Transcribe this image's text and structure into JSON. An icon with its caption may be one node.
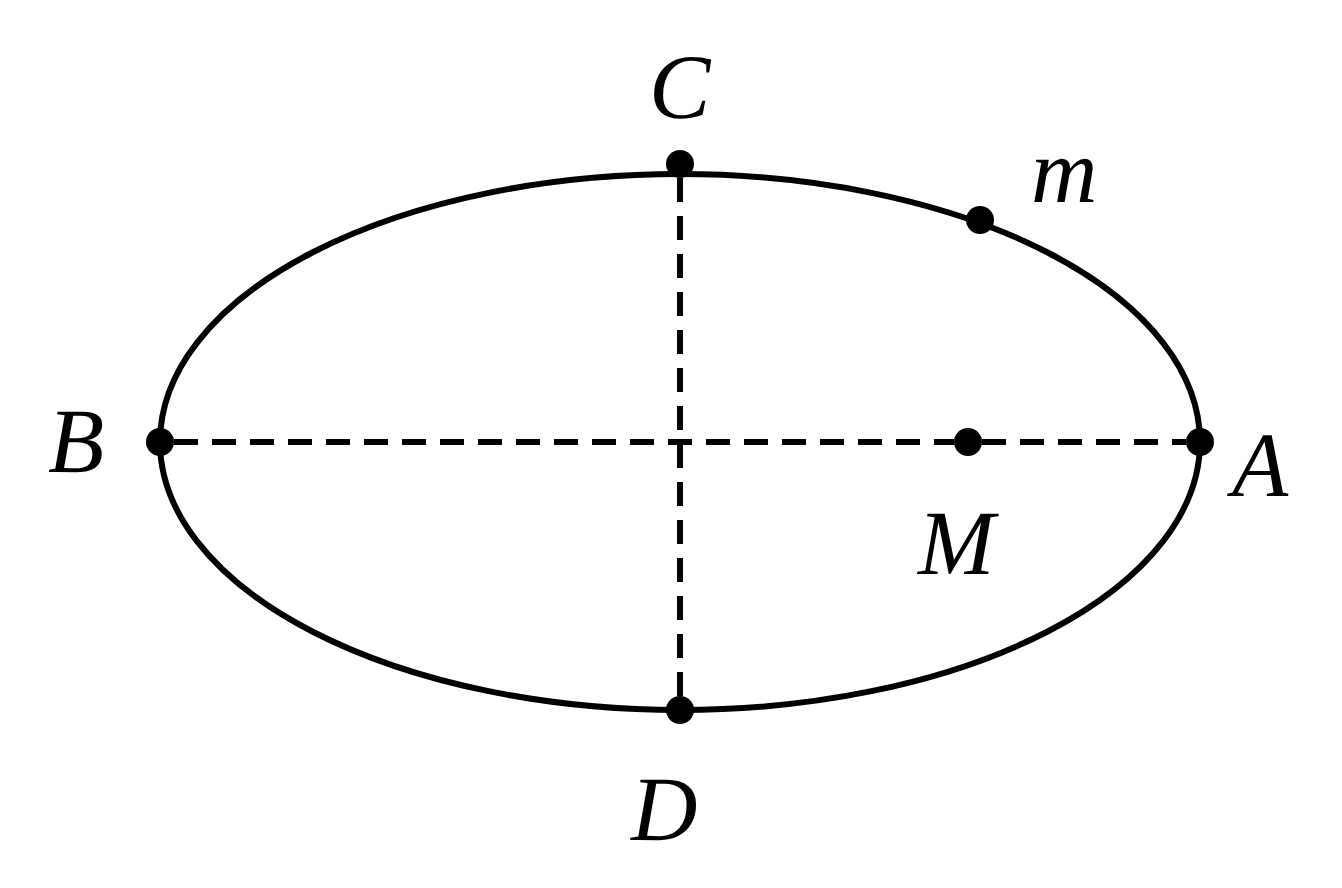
{
  "diagram": {
    "nodes": [
      {
        "text": [],
        "shape": "circle",
        "beside": [
          "C"
        ]
      },
      {
        "text": [],
        "shape": "circle",
        "beside": [
          "m"
        ]
      },
      {
        "text": [],
        "shape": "circle",
        "beside": [
          "B"
        ]
      },
      {
        "text": [],
        "shape": "circle",
        "beside": [
          "A"
        ]
      },
      {
        "text": [],
        "shape": "circle",
        "beside": [
          "M"
        ]
      },
      {
        "text": [],
        "shape": "circle",
        "beside": [
          "D"
        ]
      }
    ],
    "edges": [
      {
        "from": 2,
        "to": 4,
        "arrow": "none",
        "style": "dashed"
      },
      {
        "from": 4,
        "to": 3,
        "arrow": "none",
        "style": "dashed"
      },
      {
        "from": 0,
        "to": 5,
        "arrow": "none",
        "style": "dashed"
      }
    ]
  }
}
